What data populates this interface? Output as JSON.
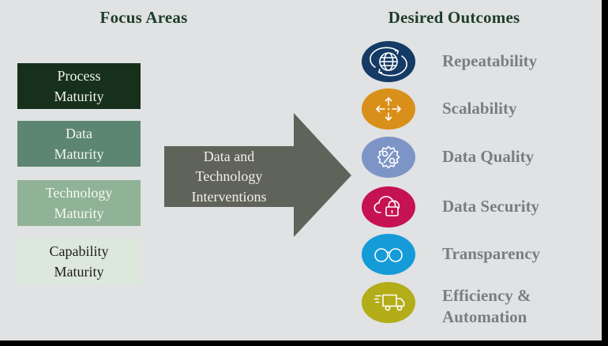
{
  "colors": {
    "background": "#e0e2e3",
    "frame": "#000000",
    "title_text": "#1f3d2b",
    "arrow_fill": "#60635a",
    "arrow_text": "#f2f1ea",
    "outcome_label_text": "#7b7d80"
  },
  "left_panel": {
    "title": "Focus Areas",
    "boxes": [
      {
        "label": "Process\nMaturity",
        "bg": "#17301c",
        "fg": "#f2f4ef"
      },
      {
        "label": "Data\nMaturity",
        "bg": "#5d8672",
        "fg": "#f2f4ef"
      },
      {
        "label": "Technology\nMaturity",
        "bg": "#90b296",
        "fg": "#f6f8f3"
      },
      {
        "label": "Capability\nMaturity",
        "bg": "#dde8dc",
        "fg": "#1c1c1c"
      }
    ]
  },
  "arrow": {
    "label": "Data and\nTechnology\nInterventions"
  },
  "outcomes": {
    "title": "Desired Outcomes",
    "items": [
      {
        "label": "Repeatability",
        "icon": "globe-icon",
        "color": "#153a66"
      },
      {
        "label": "Scalability",
        "icon": "expand-arrows-icon",
        "color": "#d9901a"
      },
      {
        "label": "Data Quality",
        "icon": "percent-seal-icon",
        "color": "#7d95c6"
      },
      {
        "label": "Data Security",
        "icon": "cloud-lock-icon",
        "color": "#c51250"
      },
      {
        "label": "Transparency",
        "icon": "eyeglasses-icon",
        "color": "#149bd8"
      },
      {
        "label": "Efficiency &\nAutomation",
        "icon": "delivery-truck-icon",
        "color": "#b2ad18"
      }
    ]
  }
}
